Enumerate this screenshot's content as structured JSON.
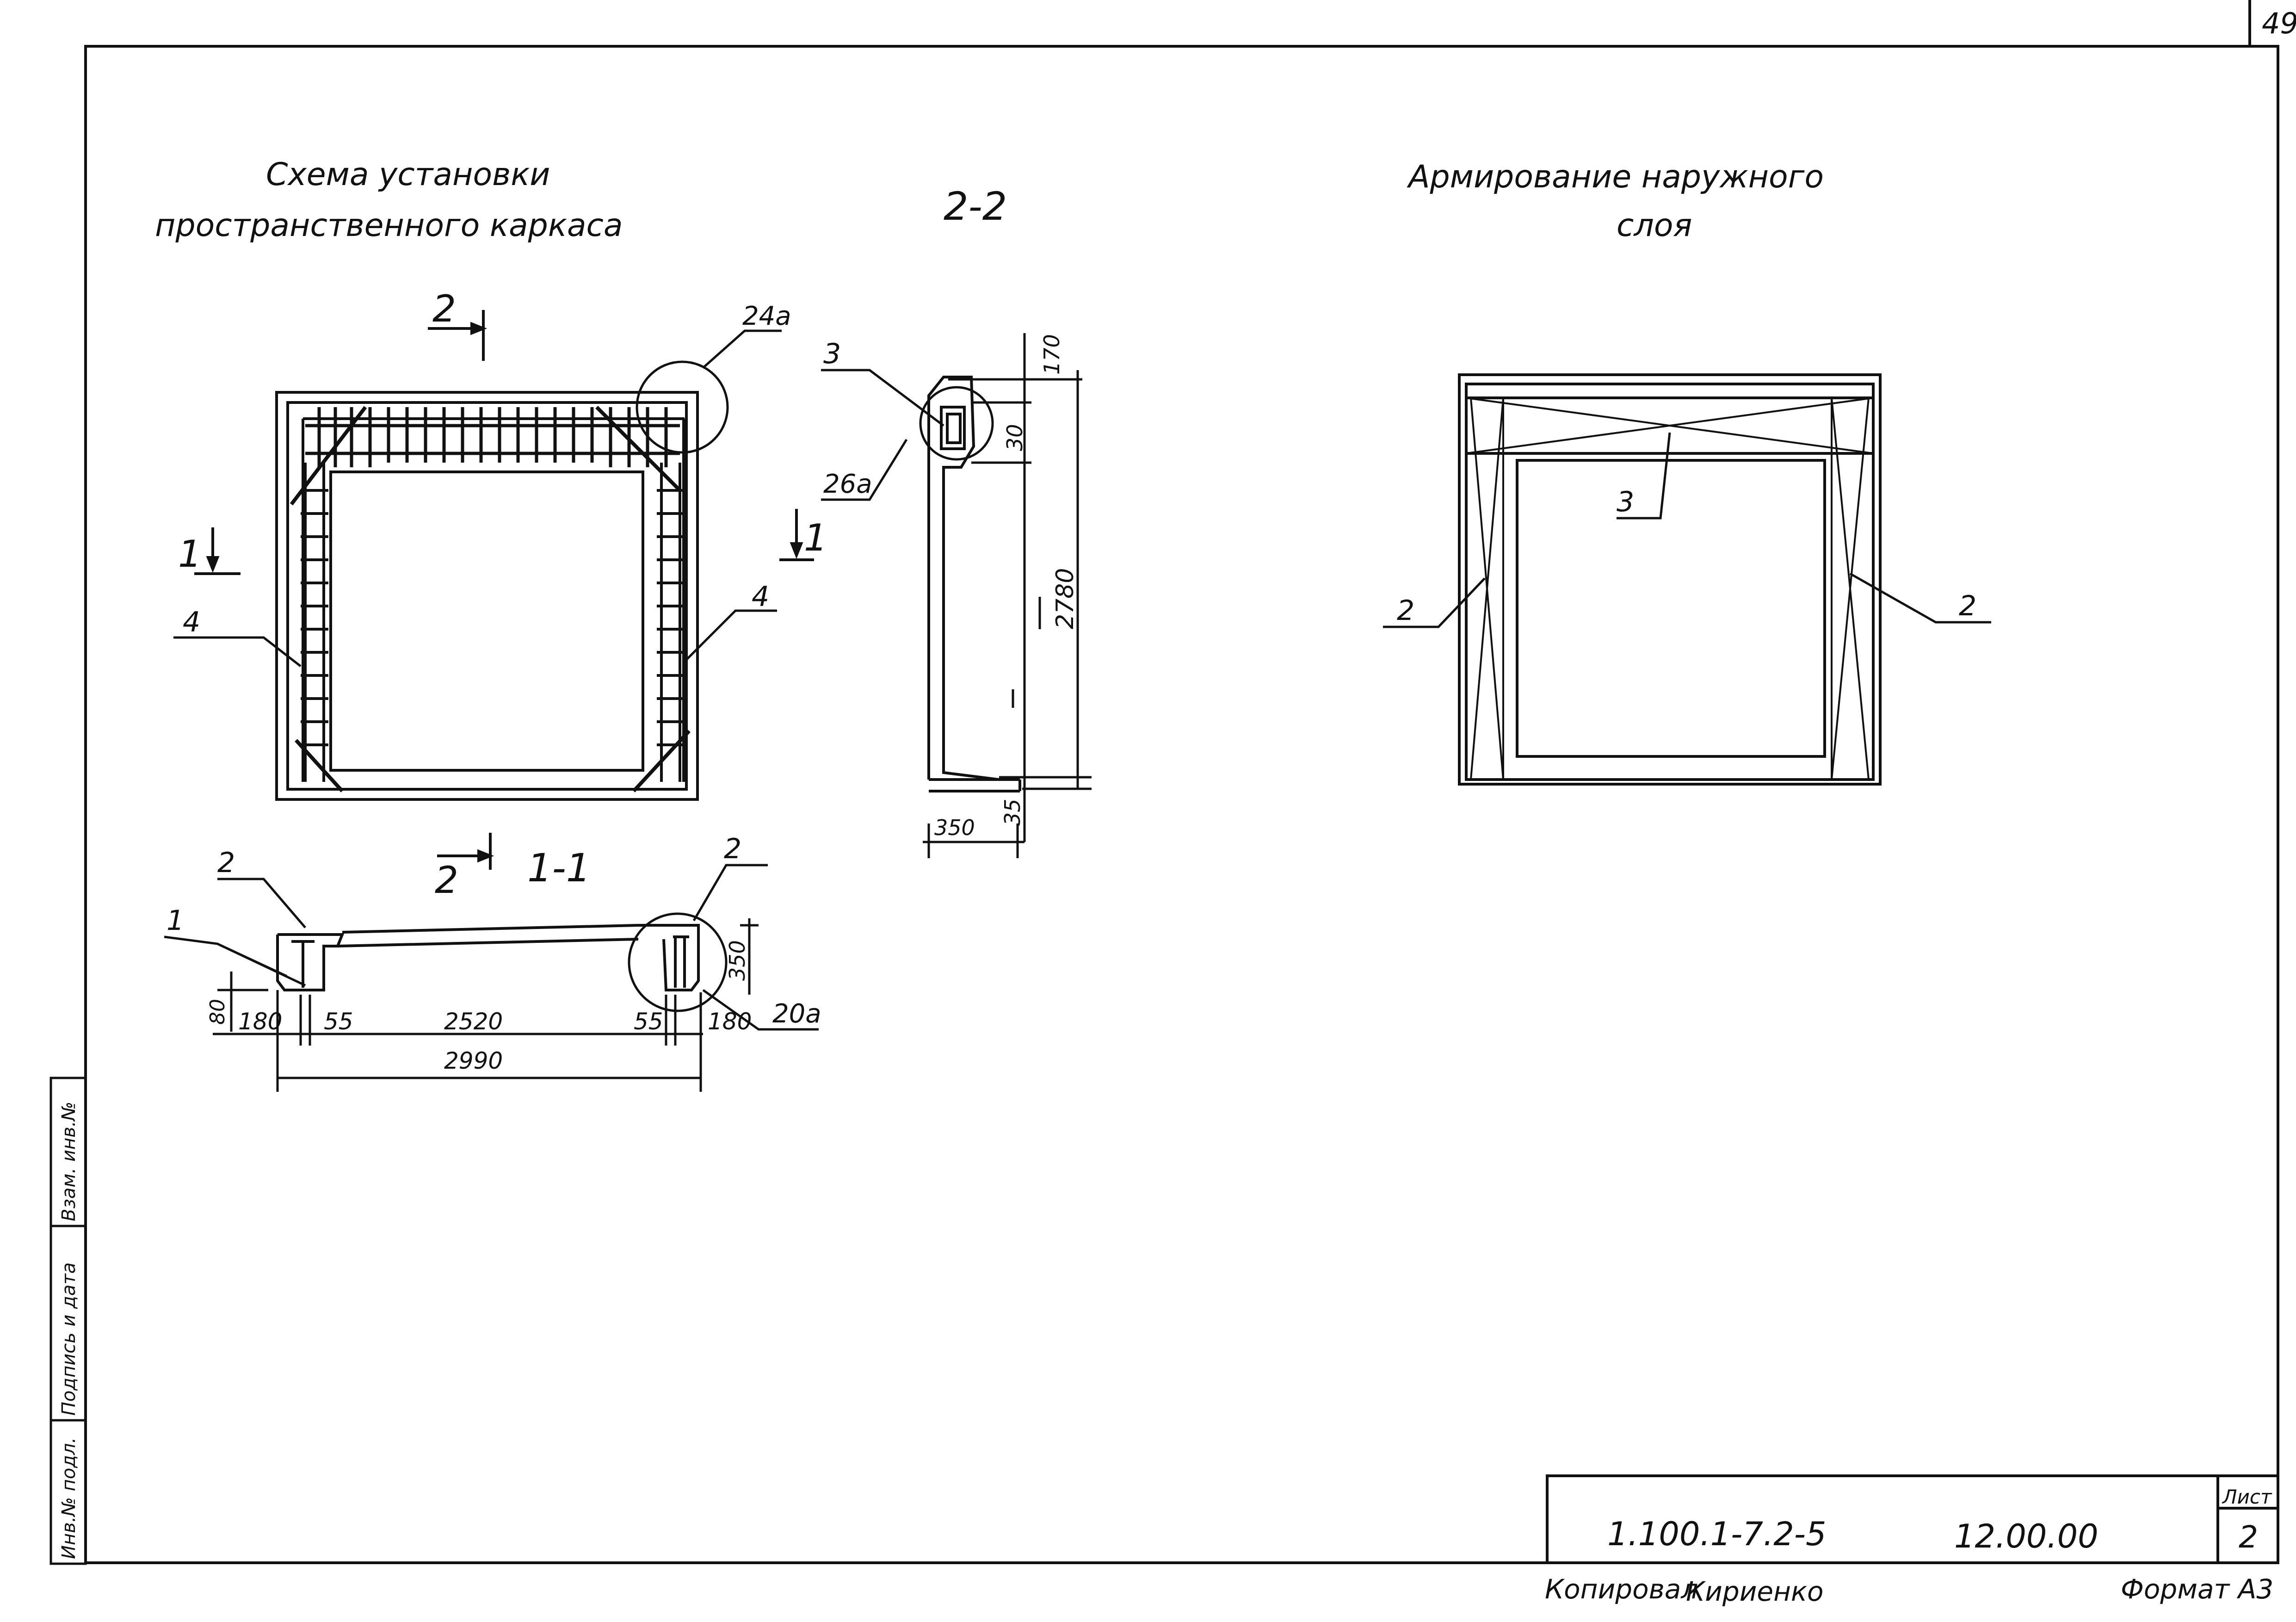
{
  "page_number": "49",
  "views": {
    "frame_scheme": {
      "title_line1": "Схема установки",
      "title_line2": "пространственного каркаса",
      "callouts": {
        "node_24a": "24а",
        "pos_4_left": "4",
        "pos_4_right": "4"
      },
      "section_marks": {
        "s2_top": "2",
        "s1_left": "1",
        "s1_right": "1",
        "s2_bottom": "2"
      }
    },
    "section_2_2": {
      "title": "2-2",
      "callouts": {
        "pos_3": "3",
        "node_26a": "26а"
      },
      "dims": {
        "d170": "170",
        "d30": "30",
        "d2780": "2780",
        "d35": "35",
        "d350": "350"
      }
    },
    "section_1_1": {
      "title": "1-1",
      "callouts": {
        "pos_2_left": "2",
        "pos_2_right": "2",
        "pos_1": "1",
        "node_20a": "20а"
      },
      "dims": {
        "d80": "80",
        "d180_left": "180",
        "d55_left": "55",
        "d2520": "2520",
        "d55_right": "55",
        "d180_right": "180",
        "d350": "350",
        "d2990": "2990"
      }
    },
    "outer_layer": {
      "title_line1": "Армирование наружного",
      "title_line2": "слоя",
      "callouts": {
        "pos_3": "3",
        "pos_2_left": "2",
        "pos_2_right": "2"
      }
    }
  },
  "side_stamp": {
    "cell1": "Взам. инв.№",
    "cell2": "Подпись и дата",
    "cell3": "Инв.№ подл."
  },
  "title_block": {
    "doc_code": "1.100.1-7.2-5",
    "mark": "12.00.00",
    "sheet_label": "Лист",
    "sheet_number": "2"
  },
  "footer": {
    "copied_by": "Копировал",
    "copier_name": "Кириенко",
    "format": "Формат А3"
  }
}
